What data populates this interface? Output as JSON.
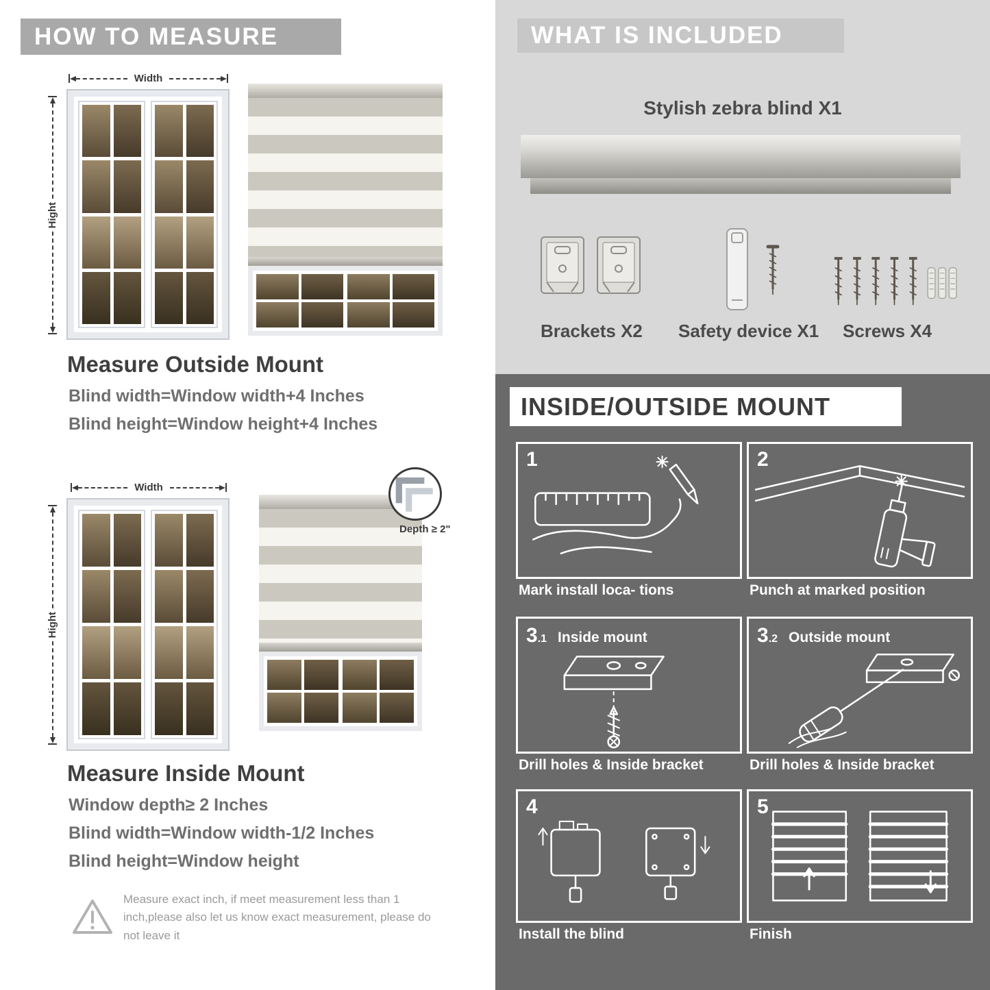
{
  "measure": {
    "header": "HOW TO MEASURE",
    "width_label": "Width",
    "height_label": "Hight",
    "outside": {
      "title": "Measure Outside Mount",
      "line1": "Blind width=Window width+4 Inches",
      "line2": "Blind height=Window height+4 Inches"
    },
    "inside": {
      "title": "Measure Inside Mount",
      "depth_callout": "Depth ≥ 2\"",
      "line1": "Window depth≥ 2 Inches",
      "line2": "Blind width=Window width-1/2 Inches",
      "line3": "Blind height=Window height"
    },
    "warning": "Measure exact inch, if meet measurement less than 1 inch,please also let us know exact measurement, please do not leave it"
  },
  "included": {
    "header": "WHAT IS INCLUDED",
    "blind_label": "Stylish zebra blind X1",
    "items": [
      {
        "label": "Brackets X2"
      },
      {
        "label": "Safety device X1"
      },
      {
        "label": "Screws X4"
      }
    ]
  },
  "mount": {
    "header": "INSIDE/OUTSIDE MOUNT",
    "steps": [
      {
        "num": "1",
        "caption": "Mark install loca- tions"
      },
      {
        "num": "2",
        "caption": "Punch at marked position"
      },
      {
        "num": "3",
        "sub": ".1",
        "title": "Inside mount",
        "caption": "Drill holes & Inside bracket"
      },
      {
        "num": "3",
        "sub": ".2",
        "title": "Outside mount",
        "caption": "Drill holes & Inside bracket"
      },
      {
        "num": "4",
        "caption": "Install the blind"
      },
      {
        "num": "5",
        "caption": "Finish"
      }
    ]
  },
  "colors": {
    "left_banner_gray": "#a9a9a9",
    "included_bg": "#d8d8d8",
    "included_banner": "#c7c7c7",
    "mount_bg": "#6a6a6a",
    "stripe_gray": "#cbc8bf",
    "stripe_white": "#f6f4ef"
  }
}
